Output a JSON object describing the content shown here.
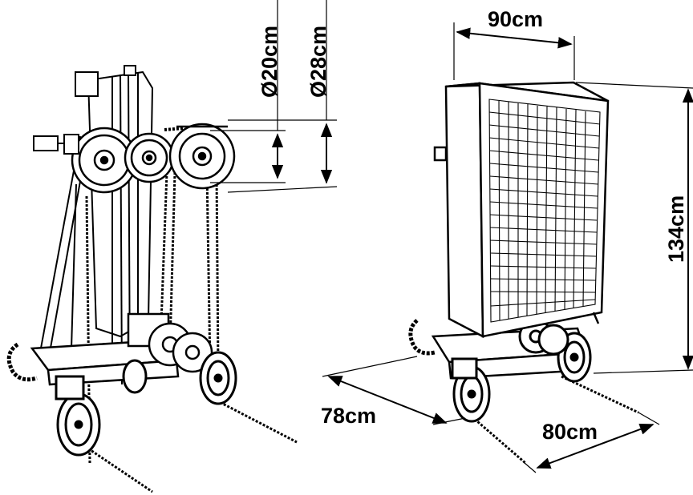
{
  "diagram": {
    "label_d20": "Ø20cm",
    "label_d28": "Ø28cm",
    "label_width": "90cm",
    "label_height": "134cm",
    "label_depth": "78cm",
    "label_base": "80cm"
  }
}
